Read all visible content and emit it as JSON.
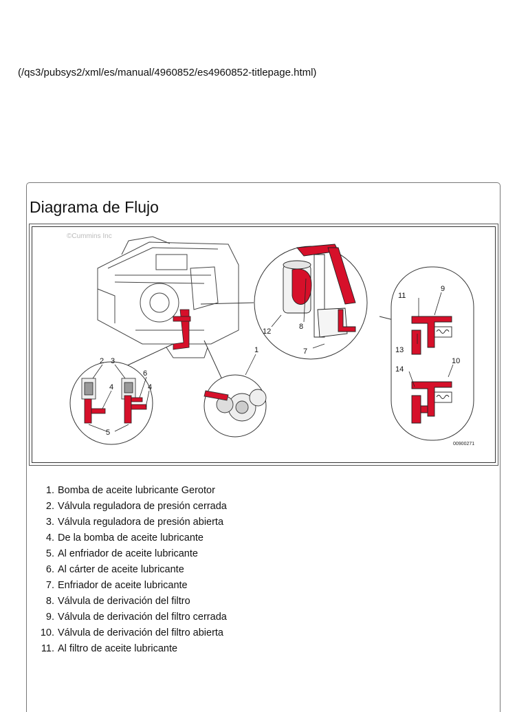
{
  "page": {
    "url_text": "(/qs3/pubsys2/xml/es/manual/4960852/es4960852-titlepage.html)"
  },
  "section": {
    "title": "Diagrama de Flujo"
  },
  "figure": {
    "watermark": "©Cummins Inc",
    "figure_code": "00900271",
    "callouts": [
      "1",
      "2",
      "3",
      "4",
      "4",
      "5",
      "6",
      "7",
      "8",
      "9",
      "10",
      "11",
      "12",
      "13",
      "14"
    ]
  },
  "colors": {
    "oil_red": "#d6102a",
    "line": "#222222"
  },
  "legend": [
    {
      "num": "1.",
      "text": "Bomba de aceite lubricante Gerotor"
    },
    {
      "num": "2.",
      "text": "Válvula reguladora de presión cerrada"
    },
    {
      "num": "3.",
      "text": "Válvula reguladora de presión abierta"
    },
    {
      "num": "4.",
      "text": "De la bomba de aceite lubricante"
    },
    {
      "num": "5.",
      "text": "Al enfriador de aceite lubricante"
    },
    {
      "num": "6.",
      "text": "Al cárter de aceite lubricante"
    },
    {
      "num": "7.",
      "text": "Enfriador de aceite lubricante"
    },
    {
      "num": "8.",
      "text": "Válvula de derivación del filtro"
    },
    {
      "num": "9.",
      "text": "Válvula de derivación del filtro cerrada"
    },
    {
      "num": "10.",
      "text": "Válvula de derivación del filtro abierta"
    },
    {
      "num": "11.",
      "text": "Al filtro de aceite lubricante"
    }
  ]
}
